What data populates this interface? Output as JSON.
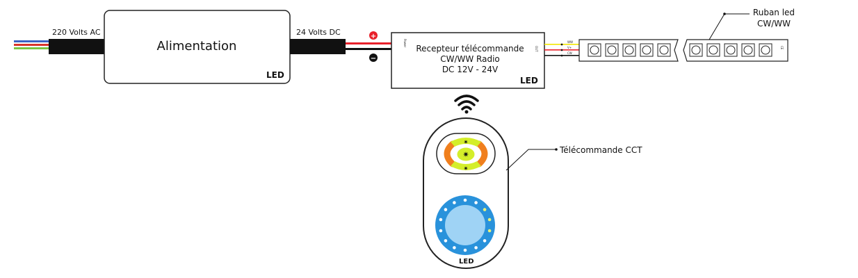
{
  "power_supply": {
    "title": "Alimentation",
    "input_label": "220 Volts AC",
    "output_label": "24 Volts DC",
    "brand_logo": "LED"
  },
  "receiver": {
    "title_lines": [
      "Recepteur télécommande",
      "CW/WW Radio",
      "DC 12V - 24V"
    ],
    "power_port_label": "Power",
    "output_port_label": "OUT",
    "wire_labels": [
      "WW",
      "V+",
      "CW"
    ],
    "brand_logo": "LED"
  },
  "polarity": {
    "plus": "+",
    "minus": "−"
  },
  "led_strip": {
    "callout_lines": [
      "Ruban led",
      "CW/WW"
    ],
    "end_label": "CE",
    "led_count_visible": 10
  },
  "remote": {
    "callout": "Télécommande CCT",
    "brand_logo": "LED",
    "sun_glyph": "✷"
  },
  "colors": {
    "wire_red": "#e8202a",
    "wire_black": "#111111",
    "wire_yellow": "#f2e600",
    "input_blue": "#3b63c4",
    "input_red": "#d9342b",
    "input_green": "#7cc444",
    "remote_orange": "#f07f1d",
    "remote_lime": "#d4ee2a",
    "dial_blue": "#2992db",
    "dial_center": "#9fd3f5"
  }
}
